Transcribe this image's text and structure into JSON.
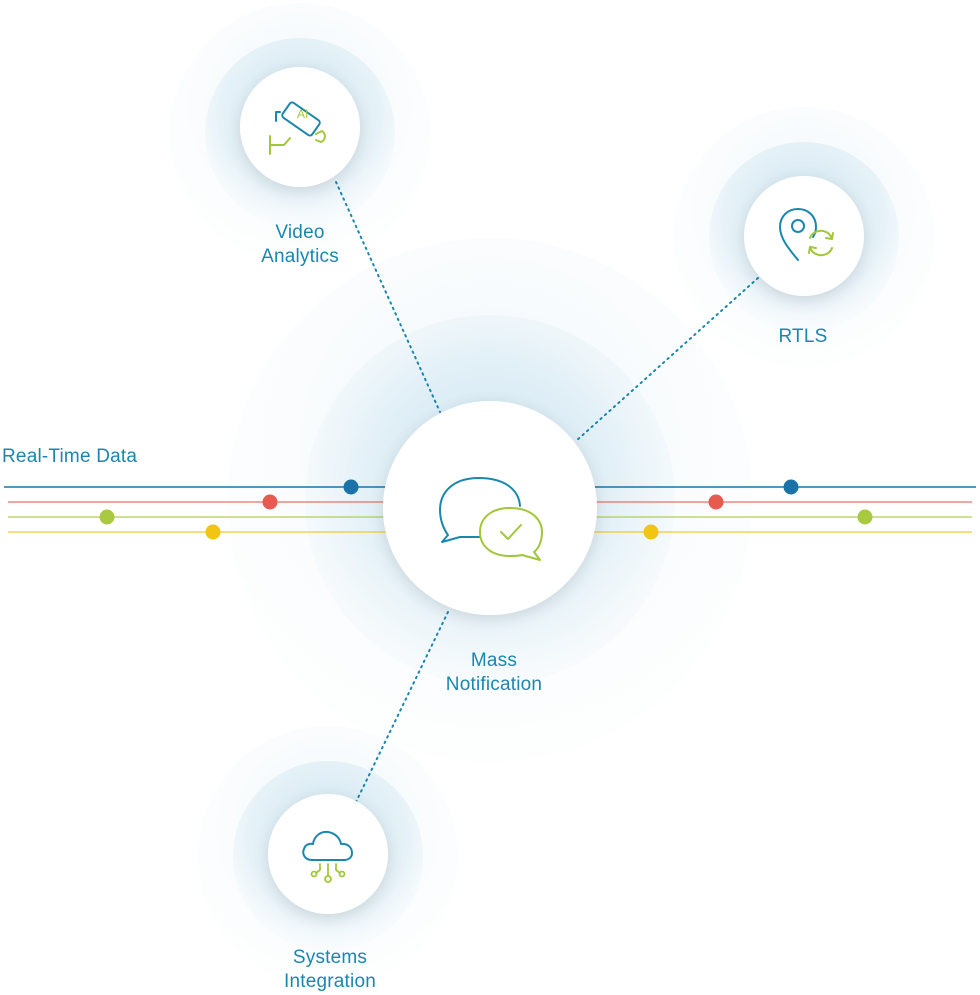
{
  "labels": {
    "video_analytics": [
      "Video",
      "Analytics"
    ],
    "rtls": "RTLS",
    "mass_notification": [
      "Mass",
      "Notification"
    ],
    "systems_integration": [
      "Systems",
      "Integration"
    ],
    "real_time_data": "Real-Time Data"
  },
  "icons": {
    "video_analytics": "ai-camera-icon",
    "rtls": "location-sync-icon",
    "mass_notification": "chat-check-icon",
    "systems_integration": "cloud-network-icon",
    "ai_badge_text": "AI"
  },
  "colors": {
    "label": "#1a87b0",
    "icon_blue": "#1a87b0",
    "icon_green": "#a2c73a",
    "halo_inner": "#cfe6f0",
    "halo_outer": "#eaf4f9",
    "connector": "#1a87b0",
    "line_blue": "#1a73a8",
    "line_red": "#e75a4f",
    "line_green": "#a9c940",
    "line_yellow": "#f2c514"
  }
}
